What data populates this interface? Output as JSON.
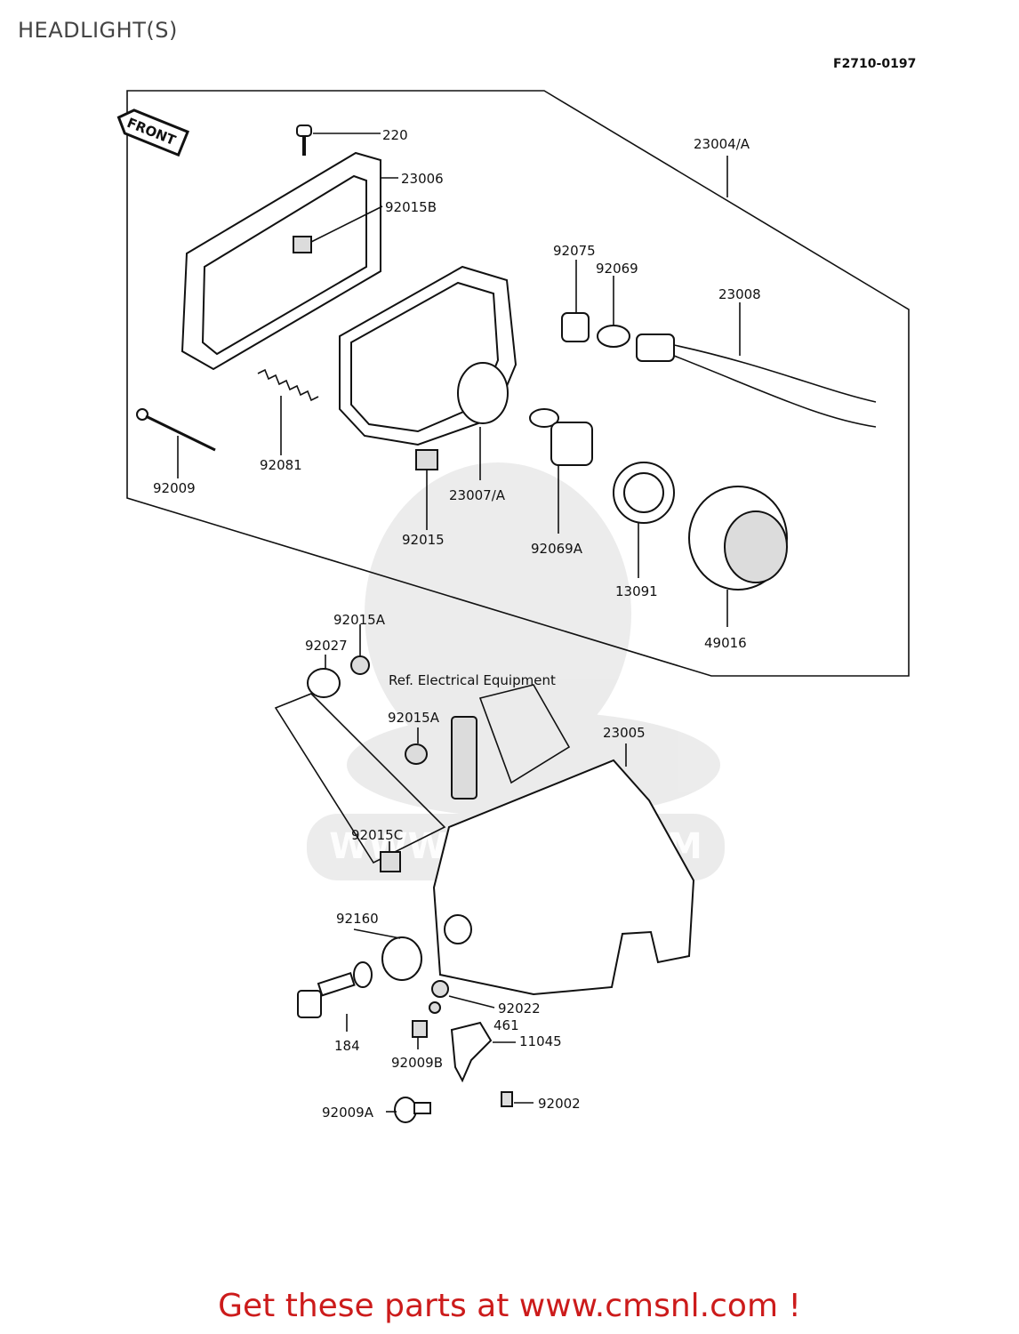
{
  "page_title": "HEADLIGHT(S)",
  "diagram_code": "F2710-0197",
  "front_arrow_label": "FRONT",
  "watermark": "WWW.CMSNL.COM",
  "ref_note": "Ref. Electrical Equipment",
  "banner": "Get these parts at www.cmsnl.com !",
  "part_labels": {
    "p220": "220",
    "p23004A": "23004/A",
    "p23006": "23006",
    "p92015B": "92015B",
    "p92075": "92075",
    "p92069": "92069",
    "p23008": "23008",
    "p92009": "92009",
    "p92081": "92081",
    "p23007A": "23007/A",
    "p92015": "92015",
    "p92069A": "92069A",
    "p13091": "13091",
    "p49016": "49016",
    "p92015A_1": "92015A",
    "p92027": "92027",
    "p92015A_2": "92015A",
    "p23005": "23005",
    "p92015C": "92015C",
    "p92160": "92160",
    "p92022": "92022",
    "p461": "461",
    "p11045": "11045",
    "p184": "184",
    "p92009B": "92009B",
    "p92002": "92002",
    "p92009A": "92009A"
  }
}
